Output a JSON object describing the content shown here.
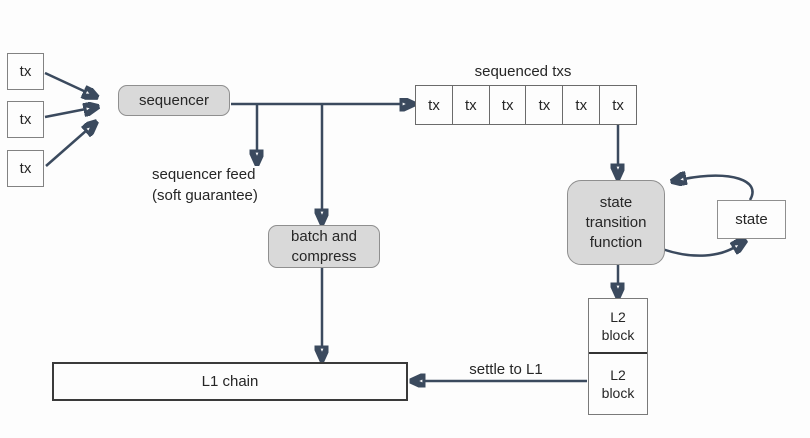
{
  "diagram": {
    "input_txs": [
      "tx",
      "tx",
      "tx"
    ],
    "sequencer_label": "sequencer",
    "sequenced_txs_label": "sequenced txs",
    "sequenced_txs": [
      "tx",
      "tx",
      "tx",
      "tx",
      "tx",
      "tx"
    ],
    "sequencer_feed": {
      "line1": "sequencer feed",
      "line2": "(soft guarantee)"
    },
    "batch_compress": {
      "line1": "batch and",
      "line2": "compress"
    },
    "state_transition": {
      "line1": "state",
      "line2": "transition",
      "line3": "function"
    },
    "state_label": "state",
    "l2_block_top": {
      "line1": "L2",
      "line2": "block"
    },
    "l2_block_bottom": {
      "line1": "L2",
      "line2": "block"
    },
    "l1_chain_label": "L1 chain",
    "settle_label": "settle to L1",
    "colors": {
      "arrow": "#3b4a5e",
      "node_fill": "#d9d9d9",
      "node_border": "#8f8f8f",
      "background": "#fdfdfd",
      "text": "#262626"
    }
  }
}
